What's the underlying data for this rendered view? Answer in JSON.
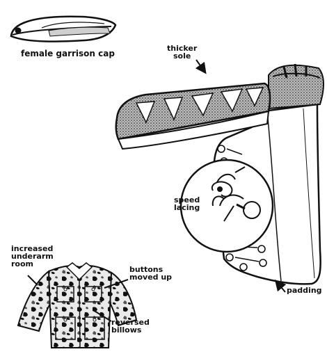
{
  "labels": {
    "cap": "female garrison cap",
    "sole": [
      "thicker",
      "sole"
    ],
    "lacing": [
      "speed",
      "lacing"
    ],
    "underarm": [
      "increased",
      "underarm",
      "room"
    ],
    "buttons": [
      "buttons",
      "moved up"
    ],
    "billows": [
      "reversed",
      "billows"
    ],
    "padding": "padding"
  },
  "colors": {
    "ink": "#111111",
    "paper": "#ffffff",
    "shadeGray": "#7a7a7a"
  }
}
